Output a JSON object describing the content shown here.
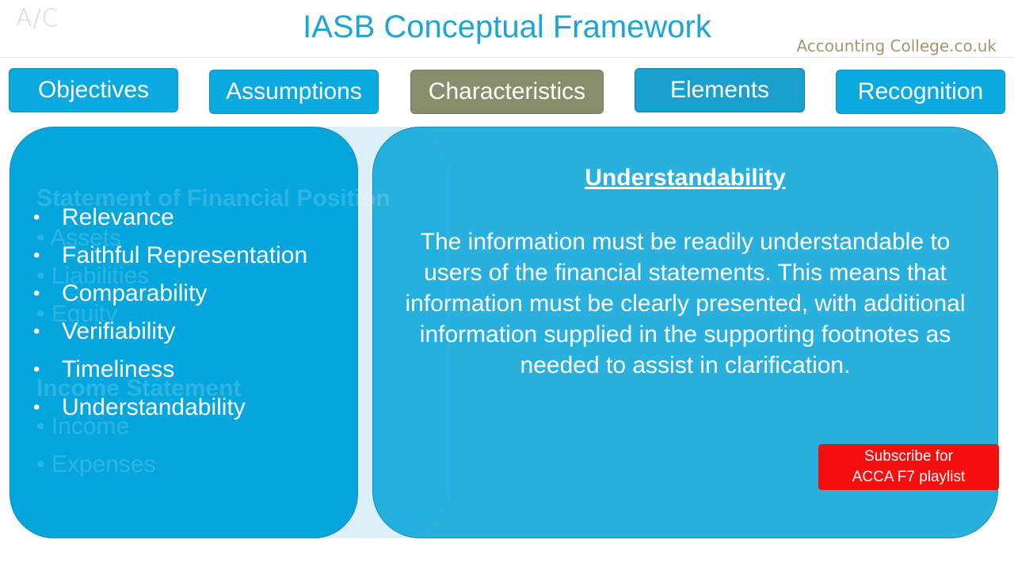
{
  "header": {
    "logo_text": "A/C",
    "title": "IASB Conceptual Framework",
    "site": "Accounting College.co.uk"
  },
  "tabs": [
    {
      "label": "Objectives"
    },
    {
      "label": "Assumptions"
    },
    {
      "label": "Characteristics"
    },
    {
      "label": "Elements"
    },
    {
      "label": "Recognition"
    }
  ],
  "ghost": {
    "sofp_heading": "Statement of Financial Position",
    "sofp_items": [
      "Assets",
      "Liabilities",
      "Equity"
    ],
    "is_heading": "Income Statement",
    "is_items": [
      "Income",
      "Expenses"
    ]
  },
  "characteristics": [
    "Relevance",
    "Faithful Representation",
    "Comparability",
    "Verifiability",
    "Timeliness",
    "Understandability"
  ],
  "detail": {
    "heading": "Understandability",
    "text": "The information must be readily understandable to users of the financial statements. This means that information must be clearly presented, with additional information supplied in the supporting footnotes as needed to assist in clarification."
  },
  "subscribe": {
    "line1": "Subscribe for",
    "line2": "ACCA F7 playlist"
  },
  "colors": {
    "title": "#1aa6d6",
    "tab": "#0aa9df",
    "tab_active": "#8a8d6b",
    "panel": "#05a6dd",
    "subscribe": "#f70e0e"
  }
}
